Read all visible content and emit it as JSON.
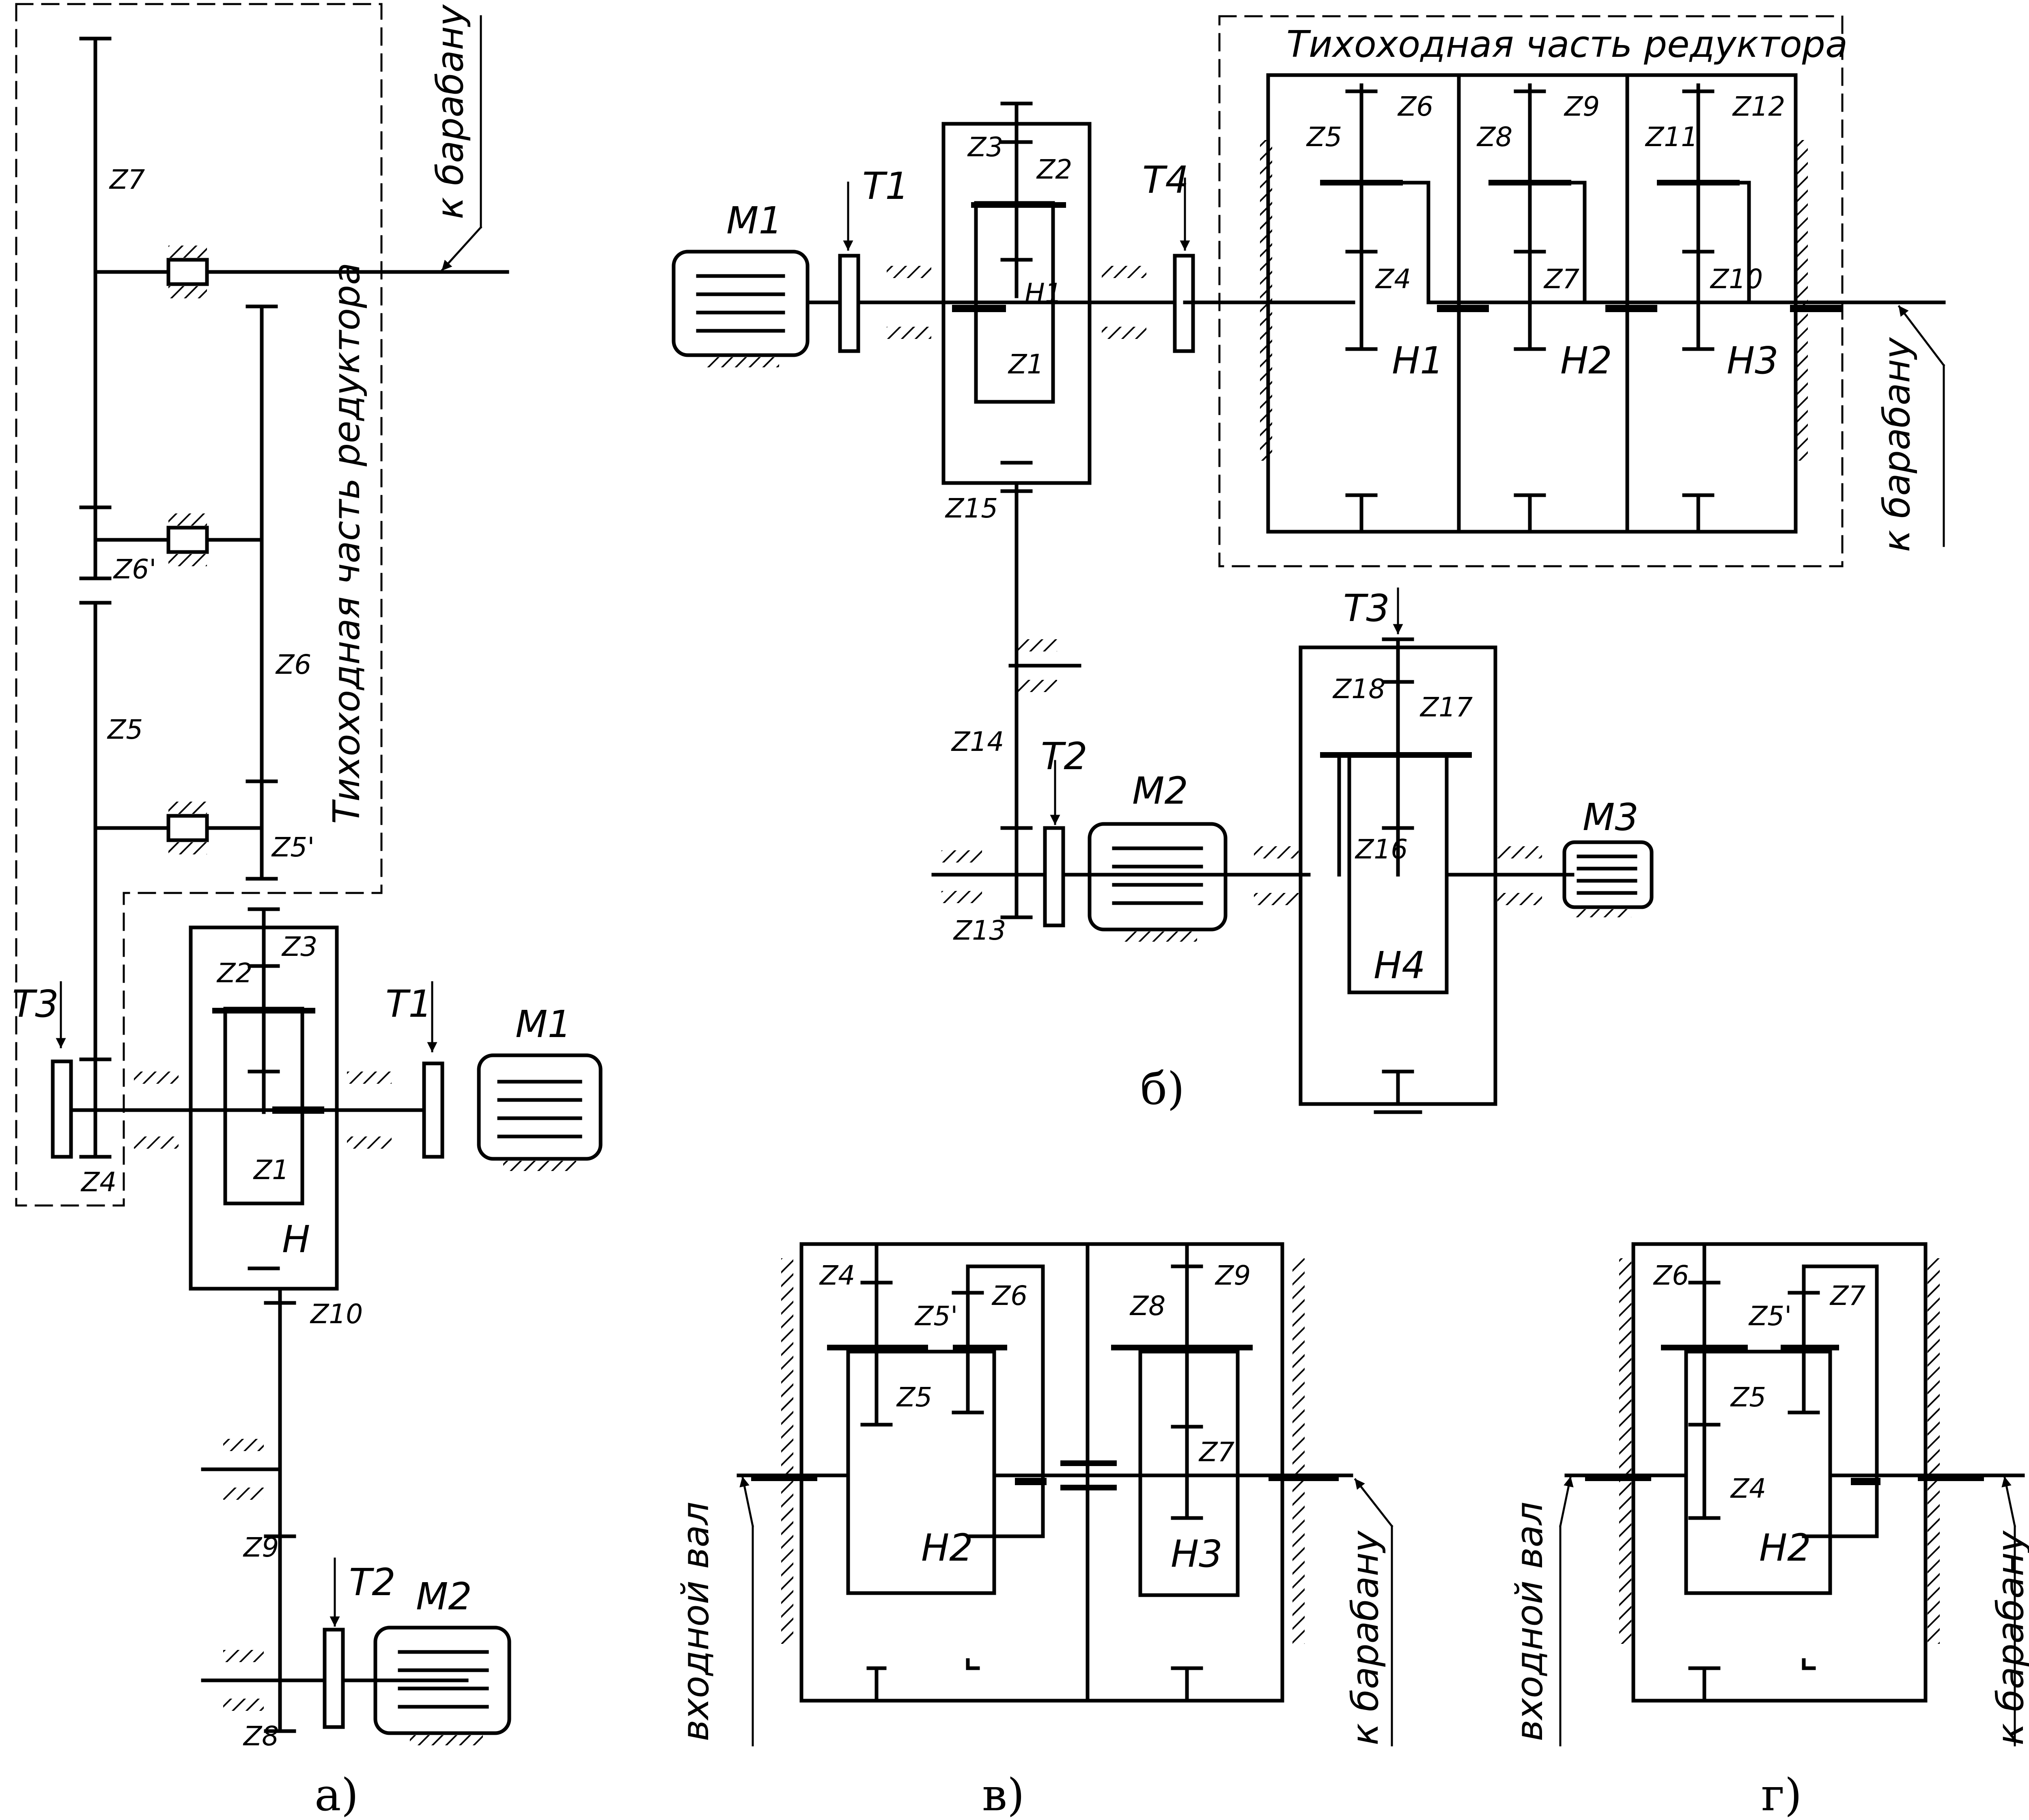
{
  "diagram_a": {
    "caption": "а)",
    "slow_section_title": "Тихоходная часть редуктора",
    "to_drum": "к барабану",
    "labels": {
      "z7": "Z7",
      "z6p": "Z6'",
      "z6": "Z6",
      "z5": "Z5",
      "z5p": "Z5'",
      "z3": "Z3",
      "z2": "Z2",
      "z1": "Z1",
      "z4": "Z4",
      "h": "H",
      "z10": "Z10",
      "z9": "Z9",
      "z8": "Z8"
    },
    "brakes": {
      "t1": "T1",
      "t2": "T2",
      "t3": "T3"
    },
    "motors": {
      "m1": "M1",
      "m2": "M2"
    }
  },
  "diagram_b": {
    "caption": "б)",
    "slow_section_title": "Тихоходная часть редуктора",
    "to_drum": "к барабану",
    "labels": {
      "z3": "Z3",
      "z2": "Z2",
      "h1a": "H1",
      "z1": "Z1",
      "z15": "Z15",
      "z14": "Z14",
      "z13": "Z13",
      "z6": "Z6",
      "z5": "Z5",
      "z4": "Z4",
      "h1": "H1",
      "z9": "Z9",
      "z8": "Z8",
      "z7": "Z7",
      "h2": "H2",
      "z12": "Z12",
      "z11": "Z11",
      "z10": "Z10",
      "h3": "H3",
      "z18": "Z18",
      "z17": "Z17",
      "z16": "Z16",
      "h4": "H4"
    },
    "brakes": {
      "t1": "T1",
      "t2": "T2",
      "t3": "T3",
      "t4": "T4"
    },
    "motors": {
      "m1": "M1",
      "m2": "M2",
      "m3": "M3"
    }
  },
  "diagram_v": {
    "caption": "в)",
    "input_shaft": "входной вал",
    "to_drum": "к барабану",
    "labels": {
      "z4": "Z4",
      "z5p": "Z5'",
      "z6": "Z6",
      "z5": "Z5",
      "h2": "H2",
      "z9": "Z9",
      "z8": "Z8",
      "z7": "Z7",
      "h3": "H3"
    }
  },
  "diagram_g": {
    "caption": "г)",
    "input_shaft": "входной вал",
    "to_drum": "к барабану",
    "labels": {
      "z6": "Z6",
      "z5p": "Z5'",
      "z7": "Z7",
      "z5": "Z5",
      "z4": "Z4",
      "h2": "H2"
    }
  }
}
